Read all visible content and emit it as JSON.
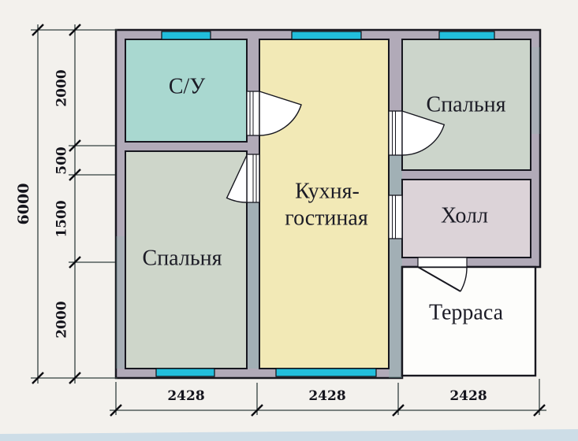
{
  "colors": {
    "background": "#f3f1ed",
    "wall_fill": "#b1aab8",
    "wall_tint": "#7ec0af",
    "outline": "#17171f",
    "dim_line": "#33403f",
    "window": "#22bedc",
    "page_edge": "#cddde7"
  },
  "rooms": {
    "bathroom": {
      "label": "С/У",
      "fill": "#a9d8d0"
    },
    "bedroom_left": {
      "label": "Спальня",
      "fill": "#ced6ca"
    },
    "kitchen_living": {
      "label_line1": "Кухня-",
      "label_line2": "гостиная",
      "fill": "#f2e9b6"
    },
    "bedroom_right": {
      "label": "Спальня",
      "fill": "#ccd5cb"
    },
    "hall": {
      "label": "Холл",
      "fill": "#dcd3d8"
    },
    "terrace": {
      "label": "Терраса",
      "fill": "#fdfdfb"
    }
  },
  "dimensions": {
    "left_total": "6000",
    "left_segments": [
      "2000",
      "500",
      "1500",
      "2000"
    ],
    "bottom_segments": [
      "2428",
      "2428",
      "2428"
    ]
  }
}
